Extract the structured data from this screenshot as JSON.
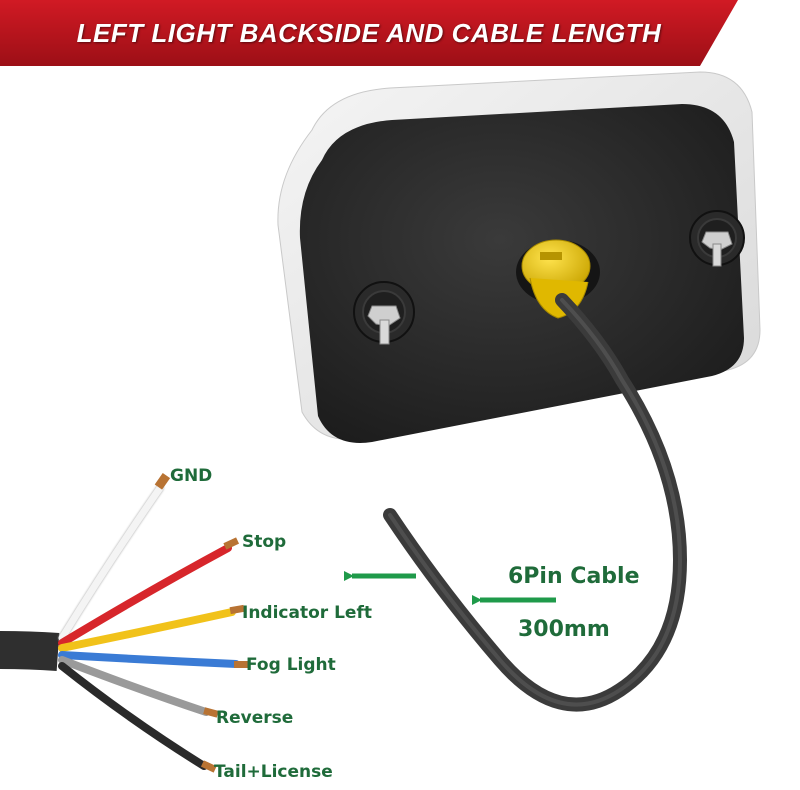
{
  "banner": {
    "title": "LEFT LIGHT BACKSIDE  AND CABLE LENGTH",
    "color": "#b5121b"
  },
  "wires": [
    {
      "label": "GND",
      "color": "#f4f4f4"
    },
    {
      "label": "Stop",
      "color": "#d7262b"
    },
    {
      "label": "Indicator Left",
      "color": "#f1c21a"
    },
    {
      "label": "Fog Light",
      "color": "#3a7bd5"
    },
    {
      "label": "Reverse",
      "color": "#9a9a9a"
    },
    {
      "label": "Tail+License",
      "color": "#2a2a2a"
    }
  ],
  "cable": {
    "name": "6Pin Cable",
    "length": "300mm"
  },
  "accent_color": "#1f9a4a"
}
